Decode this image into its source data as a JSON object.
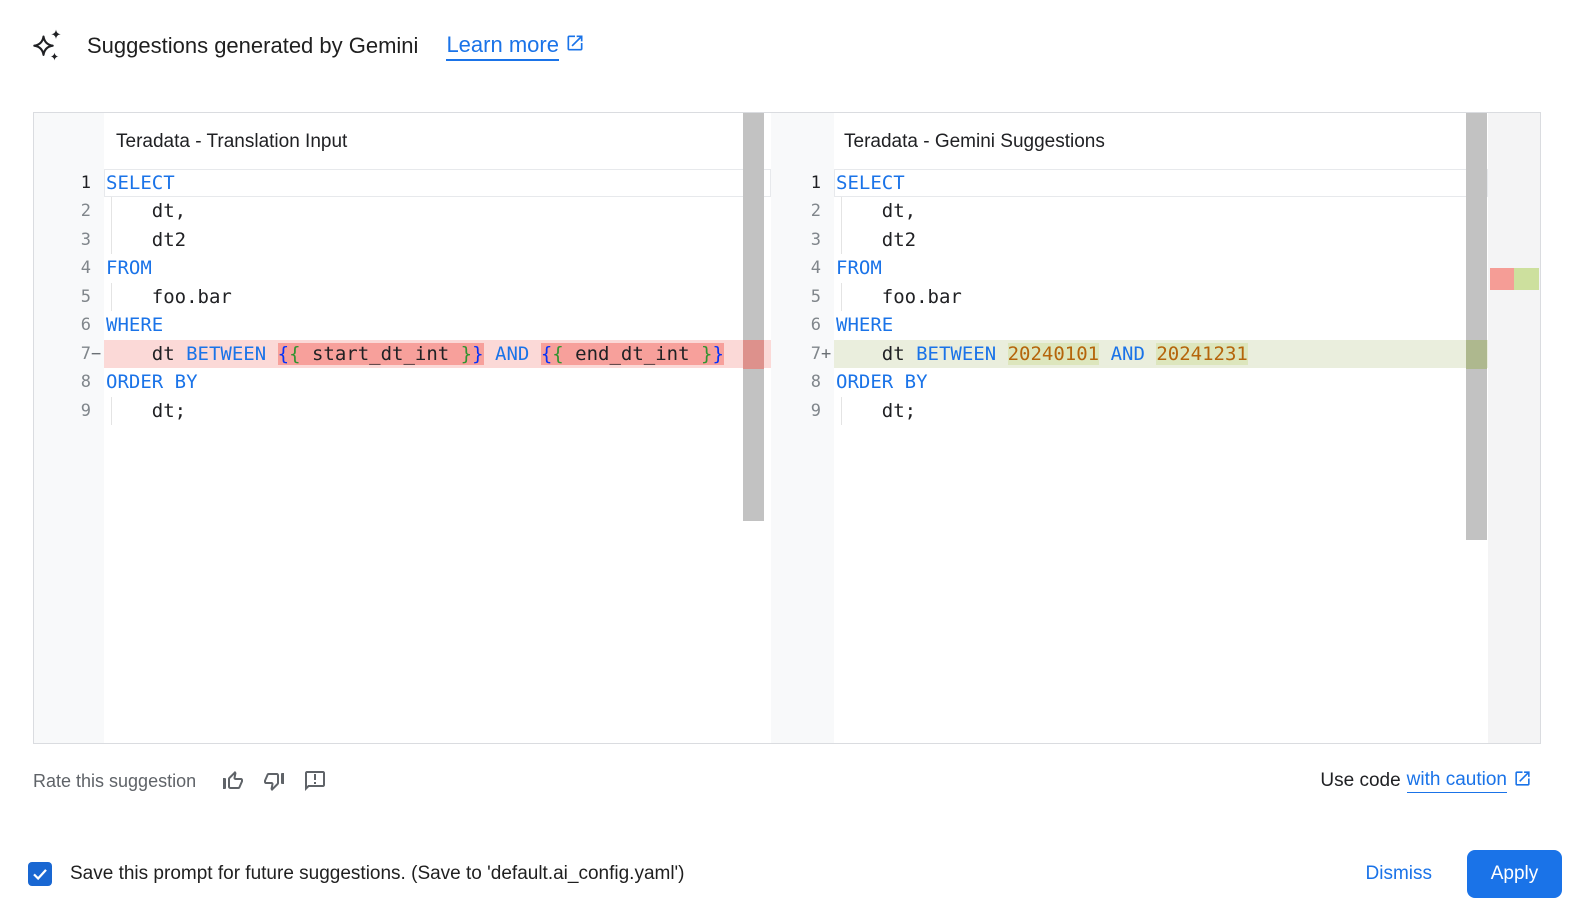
{
  "header": {
    "title": "Suggestions generated by Gemini",
    "learn_more_label": "Learn more"
  },
  "panels": [
    {
      "title": "Teradata - Translation Input",
      "lines": [
        {
          "n": "1",
          "sign": "",
          "type": "current",
          "segs": [
            {
              "t": "SELECT",
              "c": "kw"
            }
          ]
        },
        {
          "n": "2",
          "sign": "",
          "indent": true,
          "segs": [
            {
              "t": "    dt,",
              "c": "pl"
            }
          ]
        },
        {
          "n": "3",
          "sign": "",
          "indent": true,
          "segs": [
            {
              "t": "    dt2",
              "c": "pl"
            }
          ]
        },
        {
          "n": "4",
          "sign": "",
          "segs": [
            {
              "t": "FROM",
              "c": "kw"
            }
          ]
        },
        {
          "n": "5",
          "sign": "",
          "indent": true,
          "segs": [
            {
              "t": "    foo.bar",
              "c": "pl"
            }
          ]
        },
        {
          "n": "6",
          "sign": "",
          "segs": [
            {
              "t": "WHERE",
              "c": "kw"
            }
          ]
        },
        {
          "n": "7",
          "sign": "−",
          "type": "removed",
          "segs": [
            {
              "t": "    dt ",
              "c": "pl"
            },
            {
              "t": "BETWEEN",
              "c": "kw"
            },
            {
              "t": " ",
              "c": "pl"
            },
            {
              "t": "{",
              "c": "b1 hl"
            },
            {
              "t": "{",
              "c": "b2 hl"
            },
            {
              "t": " start_dt_int ",
              "c": "pl hl"
            },
            {
              "t": "}",
              "c": "b2 hl"
            },
            {
              "t": "}",
              "c": "b1 hl"
            },
            {
              "t": " ",
              "c": "pl"
            },
            {
              "t": "AND",
              "c": "kw"
            },
            {
              "t": " ",
              "c": "pl"
            },
            {
              "t": "{",
              "c": "b1 hl"
            },
            {
              "t": "{",
              "c": "b2 hl"
            },
            {
              "t": " end_dt_int ",
              "c": "pl hl"
            },
            {
              "t": "}",
              "c": "b2 hl"
            },
            {
              "t": "}",
              "c": "b1 hl"
            }
          ]
        },
        {
          "n": "8",
          "sign": "",
          "segs": [
            {
              "t": "ORDER BY",
              "c": "kw"
            }
          ]
        },
        {
          "n": "9",
          "sign": "",
          "indent": true,
          "segs": [
            {
              "t": "    dt;",
              "c": "pl"
            }
          ]
        }
      ]
    },
    {
      "title": "Teradata - Gemini Suggestions",
      "lines": [
        {
          "n": "1",
          "sign": "",
          "type": "current",
          "segs": [
            {
              "t": "SELECT",
              "c": "kw"
            }
          ]
        },
        {
          "n": "2",
          "sign": "",
          "indent": true,
          "segs": [
            {
              "t": "    dt,",
              "c": "pl"
            }
          ]
        },
        {
          "n": "3",
          "sign": "",
          "indent": true,
          "segs": [
            {
              "t": "    dt2",
              "c": "pl"
            }
          ]
        },
        {
          "n": "4",
          "sign": "",
          "segs": [
            {
              "t": "FROM",
              "c": "kw"
            }
          ]
        },
        {
          "n": "5",
          "sign": "",
          "indent": true,
          "segs": [
            {
              "t": "    foo.bar",
              "c": "pl"
            }
          ]
        },
        {
          "n": "6",
          "sign": "",
          "segs": [
            {
              "t": "WHERE",
              "c": "kw"
            }
          ]
        },
        {
          "n": "7",
          "sign": "+",
          "type": "added",
          "segs": [
            {
              "t": "    dt ",
              "c": "pl"
            },
            {
              "t": "BETWEEN",
              "c": "kw"
            },
            {
              "t": " ",
              "c": "pl"
            },
            {
              "t": "20240101",
              "c": "num hl"
            },
            {
              "t": " ",
              "c": "pl"
            },
            {
              "t": "AND",
              "c": "kw"
            },
            {
              "t": " ",
              "c": "pl"
            },
            {
              "t": "20241231",
              "c": "num hl"
            }
          ]
        },
        {
          "n": "8",
          "sign": "",
          "segs": [
            {
              "t": "ORDER BY",
              "c": "kw"
            }
          ]
        },
        {
          "n": "9",
          "sign": "",
          "indent": true,
          "segs": [
            {
              "t": "    dt;",
              "c": "pl"
            }
          ]
        }
      ]
    }
  ],
  "rate": {
    "label": "Rate this suggestion"
  },
  "use_code": {
    "prefix": "Use code",
    "link": "with caution"
  },
  "footer": {
    "checkbox_checked": true,
    "checkbox_label": "Save this prompt for future suggestions. (Save to 'default.ai_config.yaml')",
    "dismiss_label": "Dismiss",
    "apply_label": "Apply"
  },
  "colors": {
    "accent": "#1a73e8",
    "checkbox_blue": "#1967d2",
    "keyword_blue": "#1a73e8",
    "brace_outer_blue": "#0431fa",
    "brace_inner_green": "#319331",
    "number_orange": "#b5650b",
    "removed_line_bg": "#fbd9d7",
    "removed_word_bg": "#f7a09b",
    "added_line_bg": "#eaeedd",
    "added_word_bg": "#dde6bd"
  }
}
